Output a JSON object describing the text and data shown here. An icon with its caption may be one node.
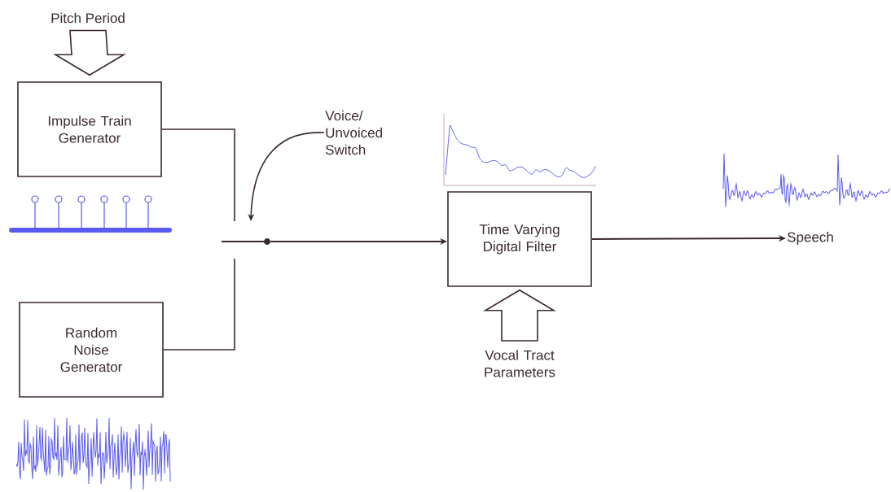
{
  "diagram": {
    "nodes": [
      {
        "text": [
          "Pitch Period"
        ]
      },
      {
        "text": [
          "Impulse Train Generator"
        ]
      },
      {
        "text": [
          "Random Noise Generator"
        ]
      },
      {
        "text": [],
        "shape": "circle"
      },
      {
        "text": [
          "Voice/ Unvoiced Switch"
        ]
      },
      {
        "text": [
          "Time Varying Digital Filter"
        ]
      },
      {
        "text": [
          "Vocal Tract Parameters"
        ]
      },
      {
        "text": [
          "Speech"
        ]
      }
    ],
    "edges": [
      {
        "from": 0,
        "to": 1,
        "arrow": "to"
      },
      {
        "from": 1,
        "to": 3,
        "arrow": "none"
      },
      {
        "from": 2,
        "to": 3,
        "arrow": "none"
      },
      {
        "from": 4,
        "to": 3,
        "arrow": "to"
      },
      {
        "from": 3,
        "to": 5,
        "arrow": "to"
      },
      {
        "from": 6,
        "to": 5,
        "arrow": "to"
      },
      {
        "from": 5,
        "to": 7,
        "arrow": "to"
      }
    ]
  }
}
